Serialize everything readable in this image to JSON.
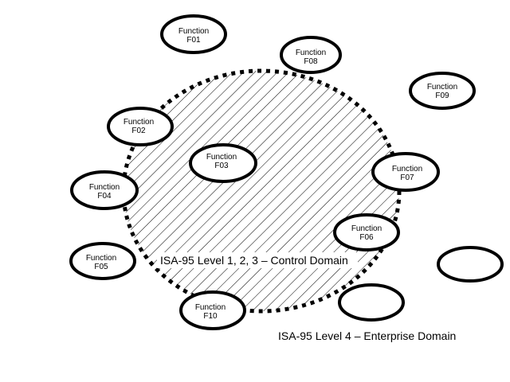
{
  "diagram": {
    "control_domain_label": "ISA-95 Level 1, 2, 3 – Control Domain",
    "enterprise_domain_label": "ISA-95 Level 4 – Enterprise Domain",
    "colors": {
      "stroke": "#000000",
      "background": "#ffffff"
    },
    "functions": [
      {
        "id": "f01",
        "line1": "Function",
        "line2": "F01"
      },
      {
        "id": "f08",
        "line1": "Function",
        "line2": "F08"
      },
      {
        "id": "f09",
        "line1": "Function",
        "line2": "F09"
      },
      {
        "id": "f02",
        "line1": "Function",
        "line2": "F02"
      },
      {
        "id": "f03",
        "line1": "Function",
        "line2": "F03"
      },
      {
        "id": "f07",
        "line1": "Function",
        "line2": "F07"
      },
      {
        "id": "f04",
        "line1": "Function",
        "line2": "F04"
      },
      {
        "id": "f06",
        "line1": "Function",
        "line2": "F06"
      },
      {
        "id": "f05",
        "line1": "Function",
        "line2": "F05"
      },
      {
        "id": "f10",
        "line1": "Function",
        "line2": "F10"
      },
      {
        "id": "empty1",
        "line1": "",
        "line2": ""
      },
      {
        "id": "empty2",
        "line1": "",
        "line2": ""
      }
    ]
  }
}
